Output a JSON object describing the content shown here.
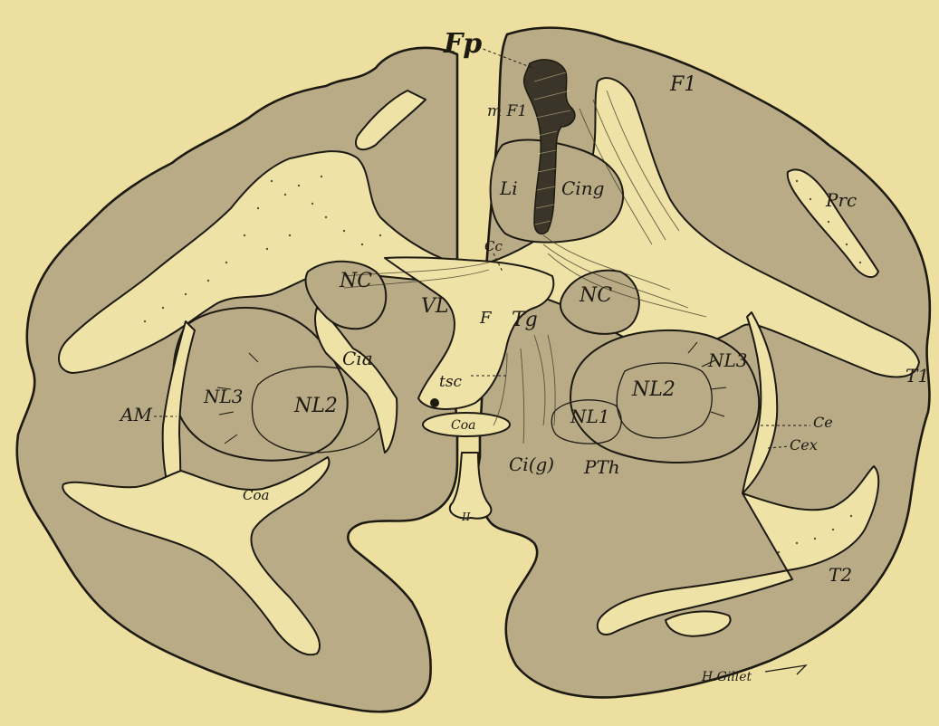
{
  "labels": {
    "fp": "Fp",
    "mf1": "m F1",
    "f1": "F1",
    "prc": "Prc",
    "li": "Li",
    "cing": "Cing",
    "cc": "Cc",
    "nc_left": "NC",
    "nc_right": "NC",
    "vl": "VL",
    "f": "F",
    "tg": "Tg",
    "cia": "Cia",
    "nl3_left": "NL3",
    "nl2_left": "NL2",
    "nl3_right": "NL3",
    "nl2_right": "NL2",
    "nl1": "NL1",
    "am": "AM",
    "tsc": "tsc",
    "coa_center": "Coa",
    "coa_left": "Coa",
    "ci_g": "Ci(g)",
    "pth": "PTh",
    "t1": "T1",
    "ce": "Ce",
    "cex": "Cex",
    "t2": "T2",
    "ii": "II"
  },
  "signature": "H.Gillet"
}
